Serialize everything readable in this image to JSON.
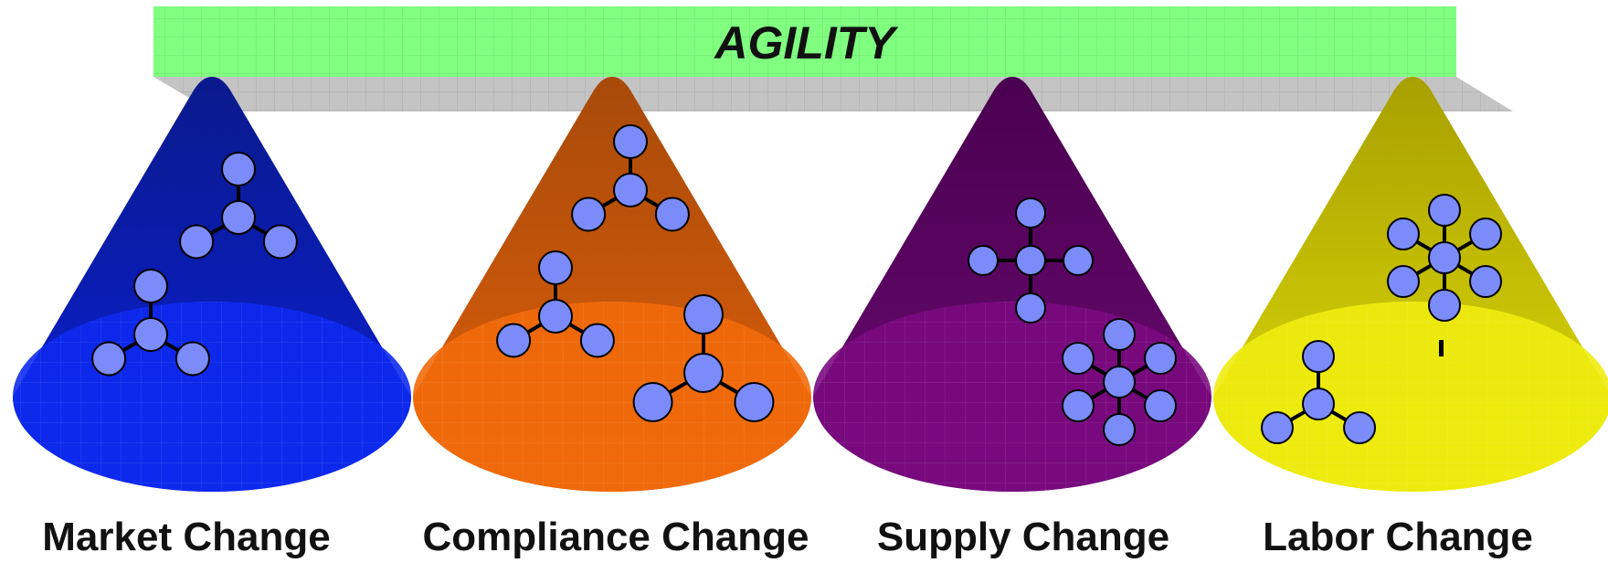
{
  "banner": {
    "title": "AGILITY",
    "fill_color": "#80ff80",
    "shadow_color": "#c0c0c0"
  },
  "node_color": "#7b8cfa",
  "cones": [
    {
      "label": "Market Change",
      "color_dark": "#0a1a8c",
      "color_mid": "#0a1fd6",
      "color_base": "#0d2af0"
    },
    {
      "label": "Compliance Change",
      "color_dark": "#a84a0a",
      "color_mid": "#e0600a",
      "color_base": "#f26a0a"
    },
    {
      "label": "Supply Change",
      "color_dark": "#4a0050",
      "color_mid": "#6a0a72",
      "color_base": "#7a0a80"
    },
    {
      "label": "Labor Change",
      "color_dark": "#a8a000",
      "color_mid": "#e0dc0a",
      "color_base": "#f0ec10"
    }
  ]
}
